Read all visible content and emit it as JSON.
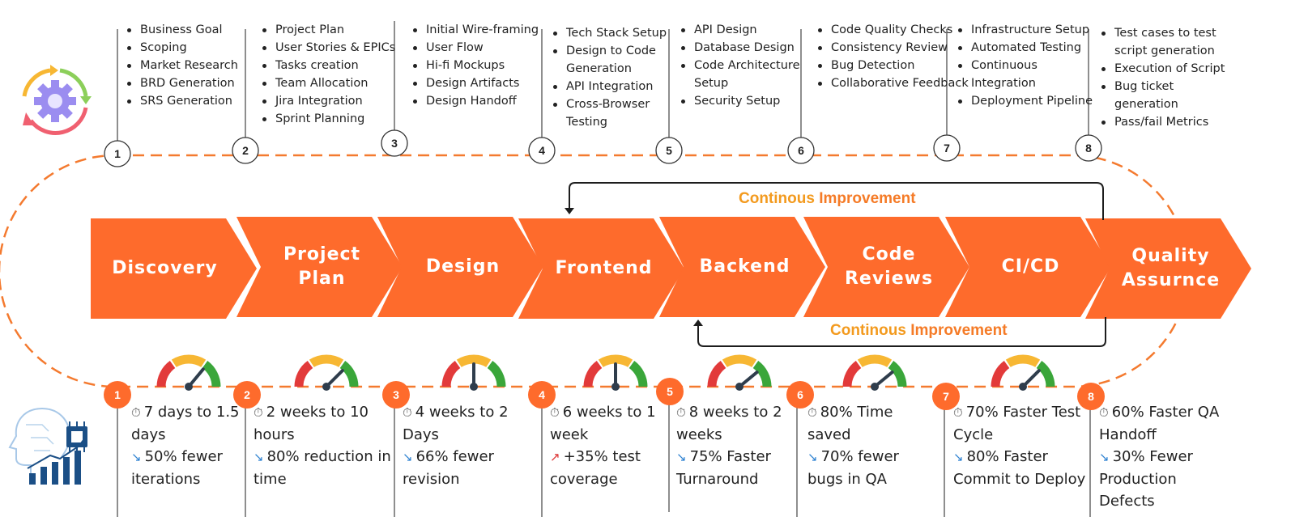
{
  "steps": [
    {
      "num": "1",
      "title": "Discovery",
      "tasks": [
        "Business Goal",
        "Scoping",
        "Market Research",
        "BRD Generation",
        "SRS Generation"
      ],
      "metric1": "7 days to 1.5 days",
      "metric1_icon": "stopwatch-icon",
      "metric2": "50% fewer iterations",
      "metric2_icon": "chart-down-icon",
      "gauge_level": 0.72
    },
    {
      "num": "2",
      "title": "Project Plan",
      "tasks": [
        "Project Plan",
        "User Stories & EPICs",
        "Tasks creation",
        "Team Allocation",
        "Jira Integration",
        "Sprint Planning"
      ],
      "metric1": "2 weeks to 10 hours",
      "metric1_icon": "stopwatch-icon",
      "metric2": "80% reduction in time",
      "metric2_icon": "chart-down-icon",
      "gauge_level": 0.75
    },
    {
      "num": "3",
      "title": "Design",
      "tasks": [
        "Initial Wire-framing",
        "User Flow",
        "Hi-fi Mockups",
        "Design Artifacts",
        "Design Handoff"
      ],
      "metric1": "4 weeks to 2 Days",
      "metric1_icon": "stopwatch-icon",
      "metric2": "66% fewer revision",
      "metric2_icon": "chart-down-icon",
      "gauge_level": 0.5
    },
    {
      "num": "4",
      "title": "Frontend",
      "tasks": [
        "Tech Stack Setup",
        "Design to Code Generation",
        "API Integration",
        "Cross-Browser Testing"
      ],
      "metric1": "6 weeks to 1 week",
      "metric1_icon": "stopwatch-icon",
      "metric2": "+35% test coverage",
      "metric2_icon": "chart-up-icon",
      "gauge_level": 0.5
    },
    {
      "num": "5",
      "title": "Backend",
      "tasks": [
        "API Design",
        "Database Design",
        "Code Architecture Setup",
        "Security Setup"
      ],
      "metric1": "8 weeks to 2 weeks",
      "metric1_icon": "stopwatch-icon",
      "metric2": "75% Faster Turnaround",
      "metric2_icon": "chart-down-icon",
      "gauge_level": 0.78
    },
    {
      "num": "6",
      "title": "Code Reviews",
      "tasks": [
        "Code Quality Checks",
        "Consistency Review",
        "Bug Detection",
        "Collaborative Feedback"
      ],
      "metric1": "80% Time saved",
      "metric1_icon": "stopwatch-icon",
      "metric2": "70% fewer bugs in QA",
      "metric2_icon": "chart-down-icon",
      "gauge_level": 0.78
    },
    {
      "num": "7",
      "title": "CI/CD",
      "tasks": [
        "Infrastructure Setup",
        "Automated Testing",
        "Continuous Integration",
        "Deployment Pipeline"
      ],
      "metric1": "70% Faster Test Cycle",
      "metric1_icon": "stopwatch-icon",
      "metric2": "80% Faster Commit to Deploy",
      "metric2_icon": "chart-down-icon",
      "gauge_level": 0.75
    },
    {
      "num": "8",
      "title": "Quality Assurnce",
      "tasks": [
        "Test cases to test script generation",
        "Execution of Script",
        "Bug ticket generation",
        "Pass/fail Metrics"
      ],
      "metric1": "60% Faster QA Handoff",
      "metric1_icon": "stopwatch-icon",
      "metric2": "30% Fewer Production Defects",
      "metric2_icon": "chart-down-icon"
    }
  ],
  "improvement": {
    "part1": "Continous",
    "part2": "Improvement"
  },
  "icons": {
    "top_left": "gear-cycle-icon",
    "bottom_left": "ai-head-growth-icon"
  },
  "colors": {
    "orange": "#fe6b2c",
    "dashed": "#f47a2f",
    "gauge_red": "#e23a3a",
    "gauge_yellow": "#f7b733",
    "gauge_green": "#3aa63a",
    "needle": "#2f3d4c"
  }
}
